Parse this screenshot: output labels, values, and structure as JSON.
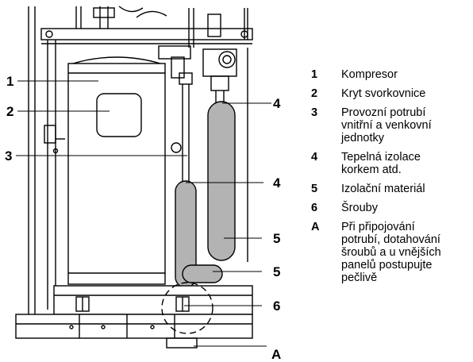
{
  "callouts": {
    "c1": "1",
    "c2": "2",
    "c3": "3",
    "c4a": "4",
    "c4b": "4",
    "c5a": "5",
    "c5b": "5",
    "c6": "6",
    "cA": "A"
  },
  "legend": [
    {
      "key": "1",
      "text": "Kompresor"
    },
    {
      "key": "2",
      "text": "Kryt svorkovnice"
    },
    {
      "key": "3",
      "text": "Provozní potrubí\nvnitřní a venkovní\njednotky"
    },
    {
      "key": "4",
      "text": "Tepelná izolace\nkorkem atd."
    },
    {
      "key": "5",
      "text": "Izolační materiál"
    },
    {
      "key": "6",
      "text": "Šrouby"
    },
    {
      "key": "A",
      "text": "Při připojování\npotrubí, dotahování\nšroubů a u vnějších\npanelů postupujte\npečlivě"
    }
  ]
}
